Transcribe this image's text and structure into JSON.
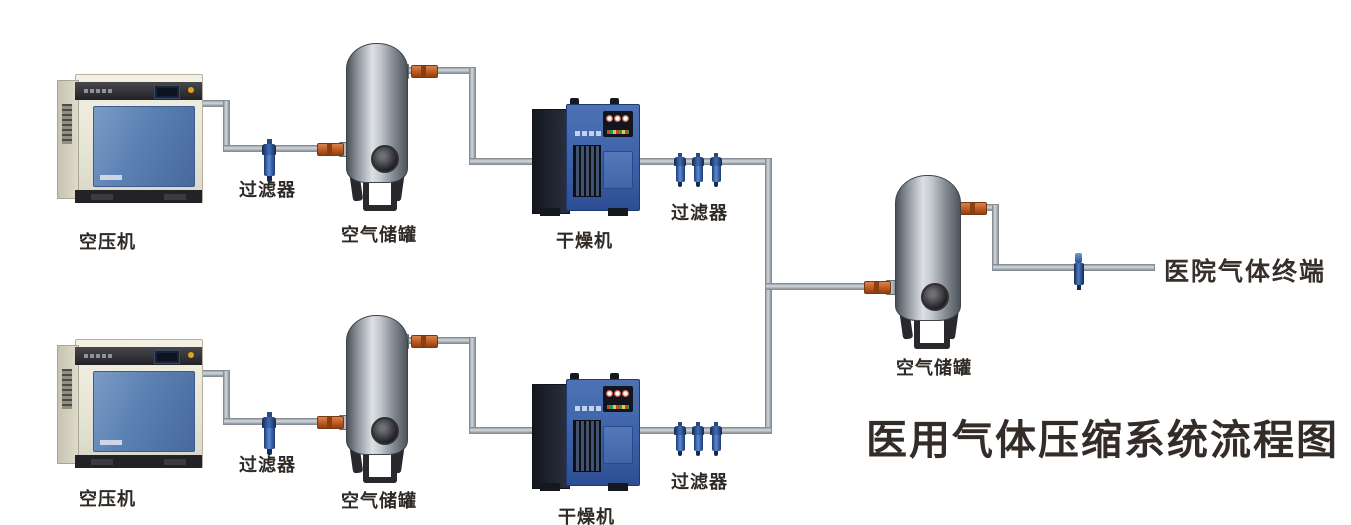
{
  "title": "医用气体压缩系统流程图",
  "terminal": {
    "label": "医院气体终端"
  },
  "line1": {
    "compressor_label": "空压机",
    "filter_label": "过滤器",
    "tank_label": "空气储罐",
    "dryer_label": "干燥机",
    "filter_bank_label": "过滤器"
  },
  "line2": {
    "compressor_label": "空压机",
    "filter_label": "过滤器",
    "tank_label": "空气储罐",
    "dryer_label": "干燥机",
    "filter_bank_label": "过滤器"
  },
  "main_tank": {
    "label": "空气储罐"
  },
  "colors": {
    "pipe": "#b9bfc6",
    "pipe_border": "#868d95",
    "valve_orange": "#bc5a22",
    "filter_blue": "#2f55a0",
    "compressor_panel": "#5b80b2",
    "dryer_blue": "#3c61a8",
    "tank_light": "#dde1e4",
    "tank_dark": "#4d525a",
    "text": "#2f2a26"
  }
}
